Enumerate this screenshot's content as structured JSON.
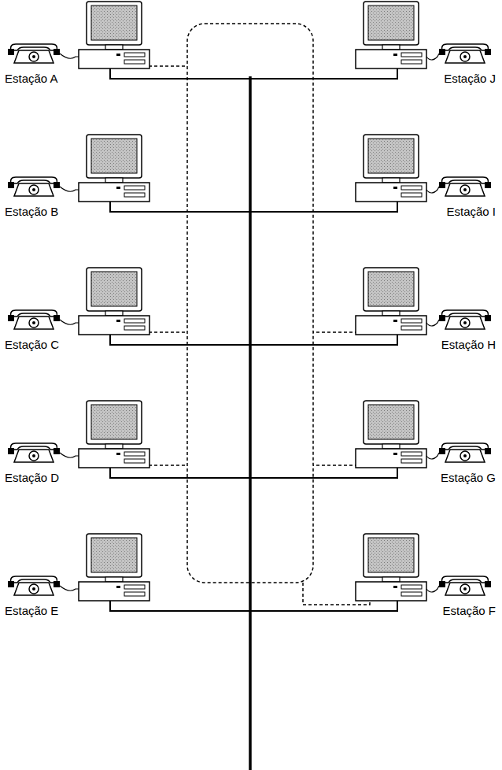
{
  "diagram": {
    "nodes": [
      {
        "text": [
          "Estação A"
        ]
      },
      {
        "text": [
          "Estação J"
        ]
      },
      {
        "text": [
          "Estação B"
        ]
      },
      {
        "text": [
          "Estação I"
        ]
      },
      {
        "text": [
          "Estação C"
        ]
      },
      {
        "text": [
          "Estação H"
        ]
      },
      {
        "text": [
          "Estação D"
        ]
      },
      {
        "text": [
          "Estação G"
        ]
      },
      {
        "text": [
          "Estação E"
        ]
      },
      {
        "text": [
          "Estação F"
        ]
      }
    ]
  }
}
